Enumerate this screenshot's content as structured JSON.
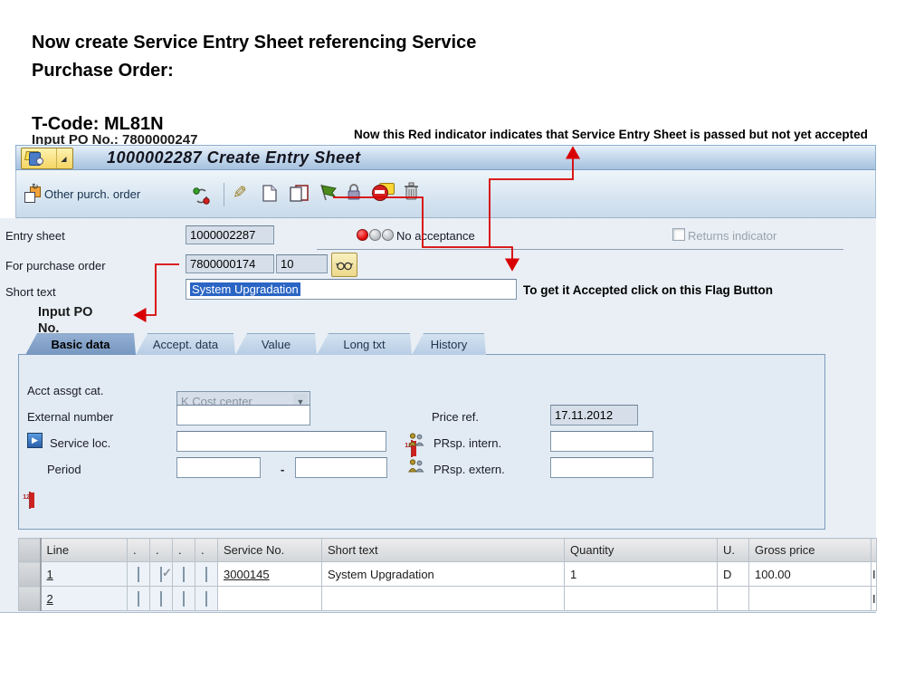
{
  "colors": {
    "annotation_red": "#d80000",
    "selection_blue": "#2a65c4",
    "status_red": "#e00000"
  },
  "doc": {
    "heading_line1": "Now create Service Entry Sheet referencing Service",
    "heading_line2": "Purchase Order:",
    "tcode": "T-Code: ML81N",
    "hidden_note": "Input PO No.: 7800000247",
    "annotation_indicator": "Now this Red indicator indicates that Service Entry Sheet is passed but not yet accepted",
    "annotation_flag": "To get it Accepted click on this Flag Button",
    "annotation_po": "Input PO No."
  },
  "window": {
    "title": "1000002287 Create Entry Sheet",
    "toolbar": {
      "other_button": "Other purch. order",
      "icon_names": [
        "entry-sheet-menu",
        "refresh-prices",
        "display-change",
        "create",
        "copy-lines",
        "accept-flag",
        "lock",
        "delete-block",
        "trash"
      ]
    },
    "header_fields": {
      "entry_sheet_label": "Entry sheet",
      "entry_sheet_value": "1000002287",
      "status_text": "No acceptance",
      "returns_label": "Returns indicator",
      "po_label": "For purchase order",
      "po_value": "7800000174",
      "po_item": "10",
      "short_text_label": "Short text",
      "short_text_value": "System Upgradation"
    },
    "tabs": [
      {
        "label": "Basic data",
        "active": true
      },
      {
        "label": "Accept. data",
        "active": false
      },
      {
        "label": "Value",
        "active": false
      },
      {
        "label": "Long txt",
        "active": false
      },
      {
        "label": "History",
        "active": false
      }
    ],
    "basic": {
      "acct_label": "Acct assgt cat.",
      "acct_value": "K Cost center",
      "external_label": "External number",
      "service_loc_label": "Service loc.",
      "period_label": "Period",
      "period_separator": "-",
      "price_ref_label": "Price ref.",
      "price_ref_value": "17.11.2012",
      "prsp_intern_label": "PRsp. intern.",
      "prsp_extern_label": "PRsp. extern."
    },
    "table": {
      "headers": {
        "line": "Line",
        "dot": ".",
        "service": "Service No.",
        "short": "Short text",
        "qty": "Quantity",
        "unit": "U.",
        "gross": "Gross price"
      },
      "rows": [
        {
          "line": "1",
          "checks": [
            false,
            true,
            false,
            false
          ],
          "service": "3000145",
          "short": "System Upgradation",
          "qty": "1",
          "unit": "D",
          "gross": "100.00",
          "cut": "I"
        },
        {
          "line": "2",
          "checks": [
            false,
            false,
            false,
            false
          ],
          "service": "",
          "short": "",
          "qty": "",
          "unit": "",
          "gross": "",
          "cut": "I"
        }
      ]
    }
  }
}
